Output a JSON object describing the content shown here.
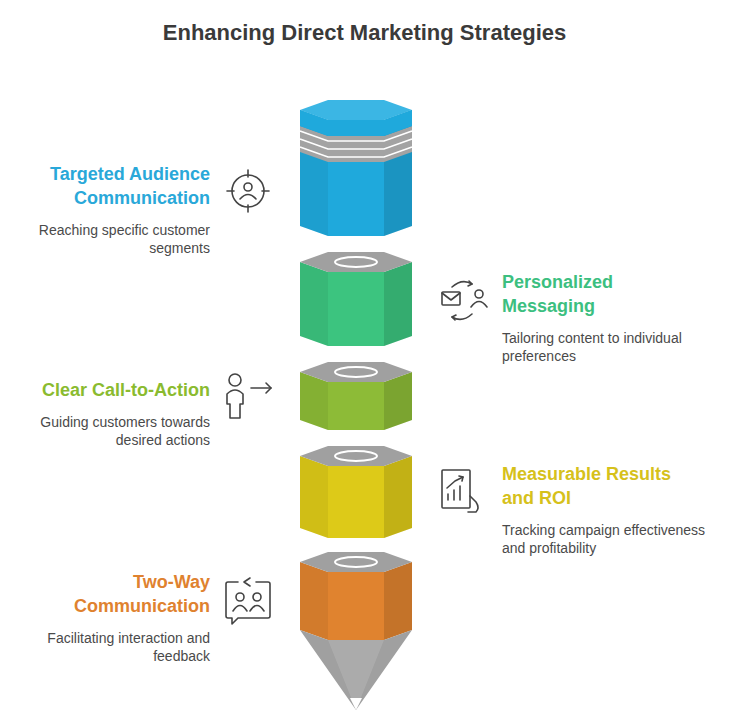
{
  "diagram": {
    "title": "Enhancing Direct Marketing Strategies",
    "nodes": [
      {
        "text": [
          "Targeted Audience Communication",
          "Reaching specific customer segments"
        ]
      },
      {
        "text": [
          "Personalized Messaging",
          "Tailoring content to individual preferences"
        ]
      },
      {
        "text": [
          "Clear Call-to-Action",
          "Guiding customers towards desired actions"
        ]
      },
      {
        "text": [
          "Measurable Results and ROI",
          "Tracking campaign effectiveness and profitability"
        ]
      },
      {
        "text": [
          "Two-Way Communication",
          "Facilitating interaction and feedback"
        ]
      }
    ]
  }
}
